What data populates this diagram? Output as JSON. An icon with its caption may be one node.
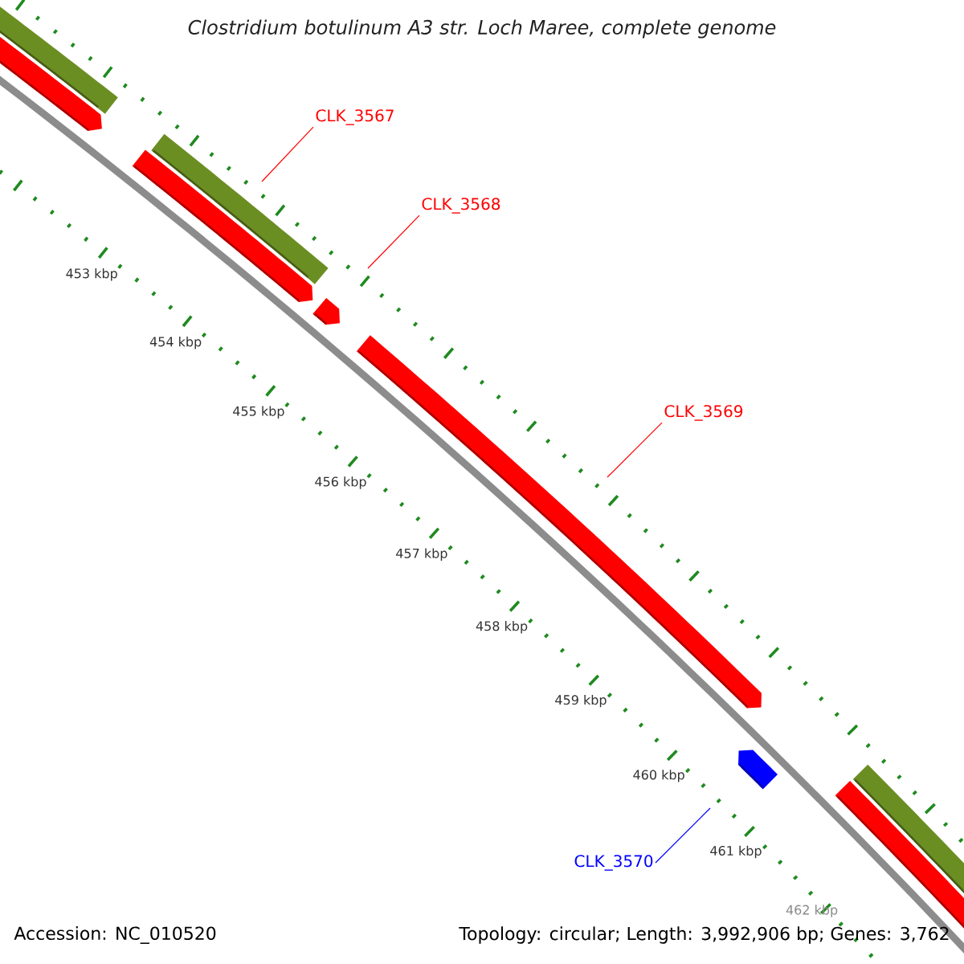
{
  "diagram": {
    "title": "Clostridium botulinum A3 str. Loch Maree, complete genome",
    "nodes": [
      {
        "text": [
          "CLK_3567"
        ]
      },
      {
        "text": [
          "CLK_3568"
        ]
      },
      {
        "text": [
          "CLK_3569"
        ]
      },
      {
        "text": [
          "CLK_3570"
        ]
      }
    ],
    "edges": [
      {
        "from": 0,
        "to": null,
        "arrow": "none"
      },
      {
        "from": 1,
        "to": null,
        "arrow": "none"
      },
      {
        "from": 2,
        "to": null,
        "arrow": "none"
      },
      {
        "from": 3,
        "to": null,
        "arrow": "none",
        "color": "#0000ff"
      }
    ],
    "labels": [
      "453 kbp",
      "454 kbp",
      "455 kbp",
      "456 kbp",
      "457 kbp",
      "458 kbp",
      "459 kbp",
      "460 kbp",
      "461 kbp",
      "462 kbp",
      "Accession: NC_010520",
      "Topology: circular; Length: 3,992,906 bp; Genes: 3,762"
    ]
  }
}
